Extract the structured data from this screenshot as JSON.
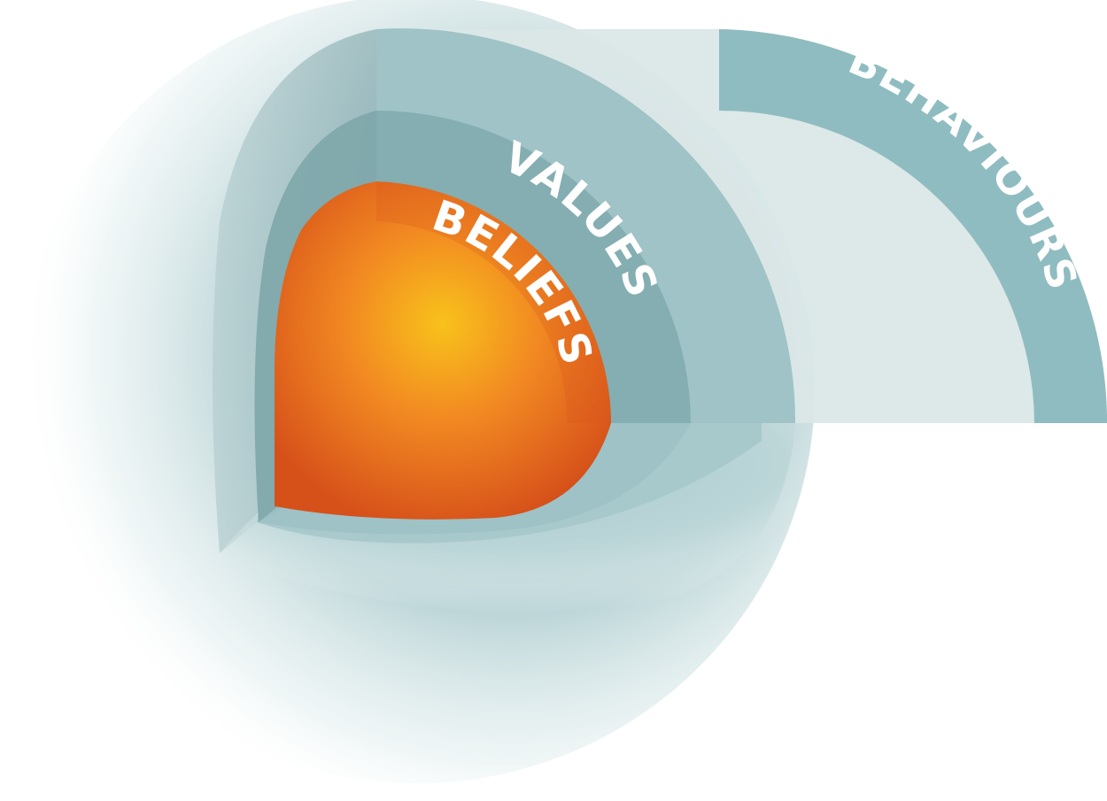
{
  "diagram": {
    "layers": {
      "outer": {
        "label": "BEHAVIOURS",
        "color": "#8fbcc1"
      },
      "middle": {
        "label": "VALUES",
        "color": "#84aeb1"
      },
      "core": {
        "label": "BELIEFS",
        "color": "#f07a1e"
      }
    },
    "colors": {
      "shell_light": "#dfe8e8",
      "shell_mid": "#a9c7ca",
      "shell_dark": "#7aa3a7",
      "core_highlight": "#f7b81a",
      "core_edge": "#d9531a",
      "label": "#ffffff"
    }
  }
}
